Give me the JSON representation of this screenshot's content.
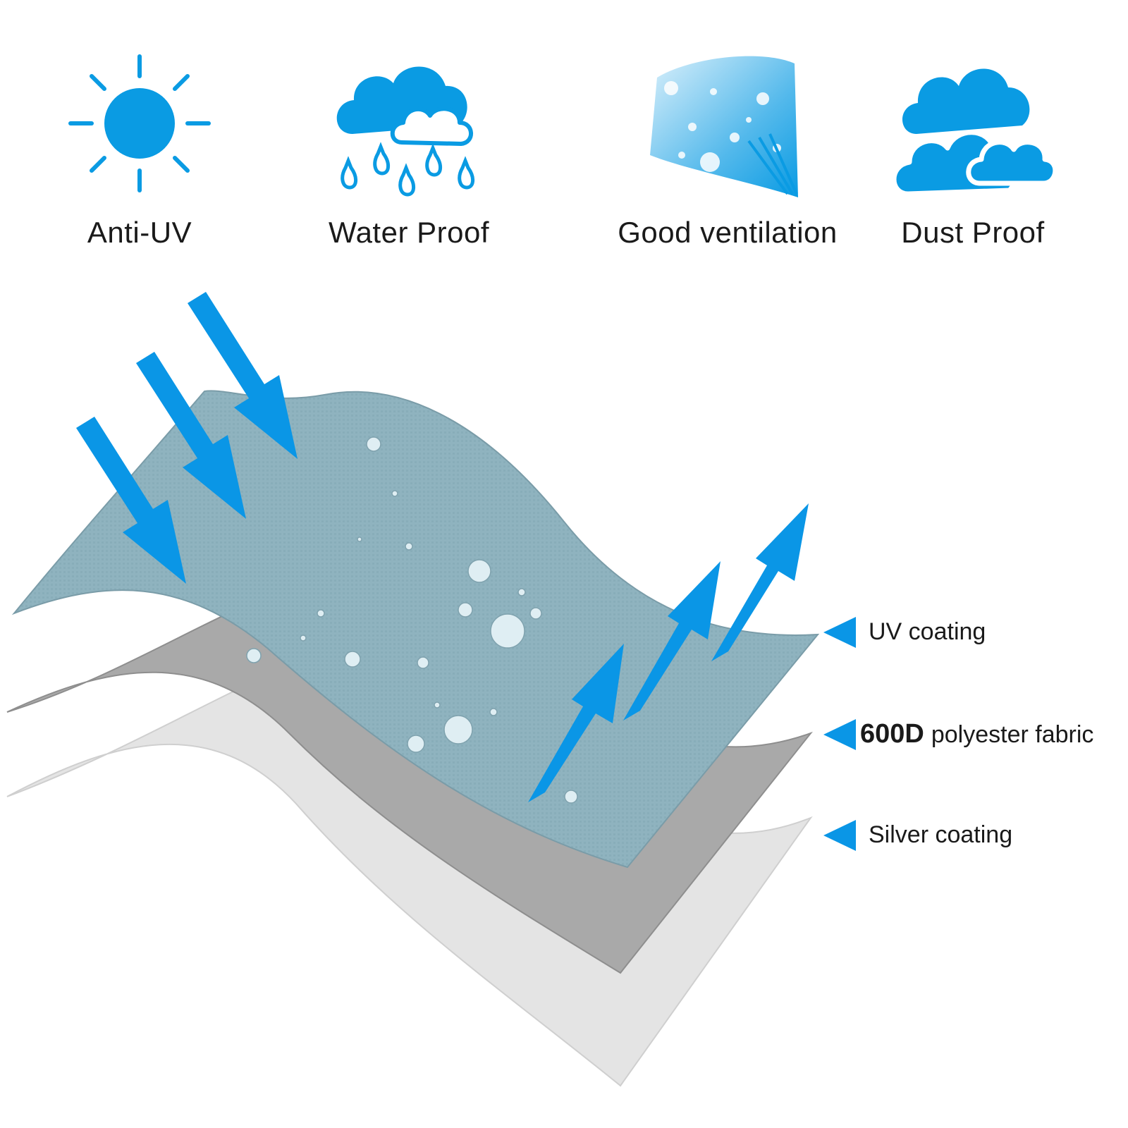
{
  "features": [
    {
      "label": "Anti-UV",
      "icon": "sun-icon"
    },
    {
      "label": "Water Proof",
      "icon": "rain-cloud-icon"
    },
    {
      "label": "Good ventilation",
      "icon": "air-flow-icon"
    },
    {
      "label": "Dust Proof",
      "icon": "clouds-icon"
    }
  ],
  "layers": [
    {
      "label": "UV coating",
      "color": "#8fb3bf"
    },
    {
      "bold": "600D",
      "label": "polyester fabric",
      "color": "#a9a9a9"
    },
    {
      "label": "Silver coating",
      "color": "#e4e4e4"
    }
  ],
  "colors": {
    "accent": "#0a96e6",
    "icon_blue": "#0a9be3",
    "text": "#1a1a1a"
  }
}
